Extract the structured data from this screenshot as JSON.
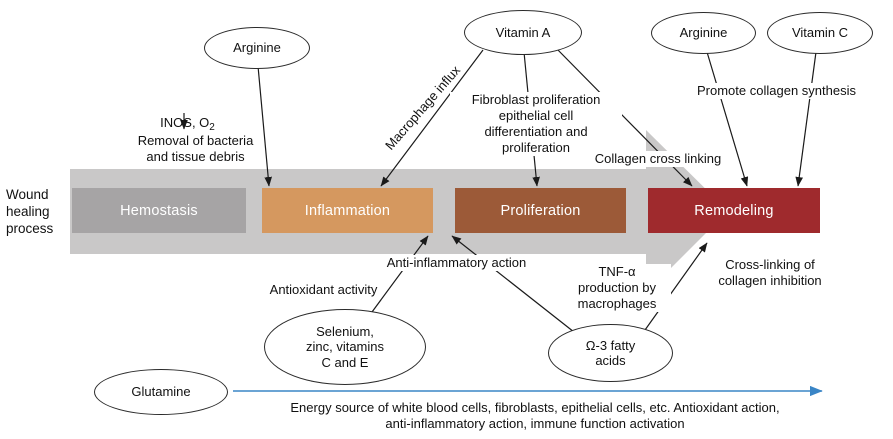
{
  "process_label": "Wound\nhealing\nprocess",
  "stages": [
    {
      "label": "Hemostasis",
      "color": "#a6a4a5"
    },
    {
      "label": "Inflammation",
      "color": "#d5985f"
    },
    {
      "label": "Proliferation",
      "color": "#9c5a38"
    },
    {
      "label": "Remodeling",
      "color": "#9f2a2d"
    }
  ],
  "nutrients": {
    "arginine_left": "Arginine",
    "vitamin_a": "Vitamin A",
    "arginine_right": "Arginine",
    "vitamin_c": "Vitamin C",
    "selenium": "Selenium,\nzinc, vitamins\nC and E",
    "omega3": "Ω-3 fatty\nacids",
    "glutamine": "Glutamine"
  },
  "annotations": {
    "inos_main": "INOS, O",
    "inos_sub": "2",
    "removal": "Removal of bacteria\nand tissue debris",
    "macrophage": "Macrophage influx",
    "fibroblast": "Fibroblast proliferation\nepithelial cell\ndifferentiation and\nproliferation",
    "collagen_cross": "Collagen cross linking",
    "promote": "Promote collagen synthesis",
    "anti_inflammatory": "Anti-inflammatory action",
    "antioxidant": "Antioxidant activity",
    "tnf": "TNF-α\nproduction by\nmacrophages",
    "cross_linking_inhibition": "Cross-linking of\ncollagen inhibition",
    "glutamine_role": "Energy source of white blood cells, fibroblasts, epithelial cells, etc. Antioxidant action,\nanti-inflammatory action, immune function activation"
  },
  "colors": {
    "process_arrow": "#c9c8c8",
    "timeline_arrow": "#3a85c6",
    "line": "#1a1a1a"
  }
}
